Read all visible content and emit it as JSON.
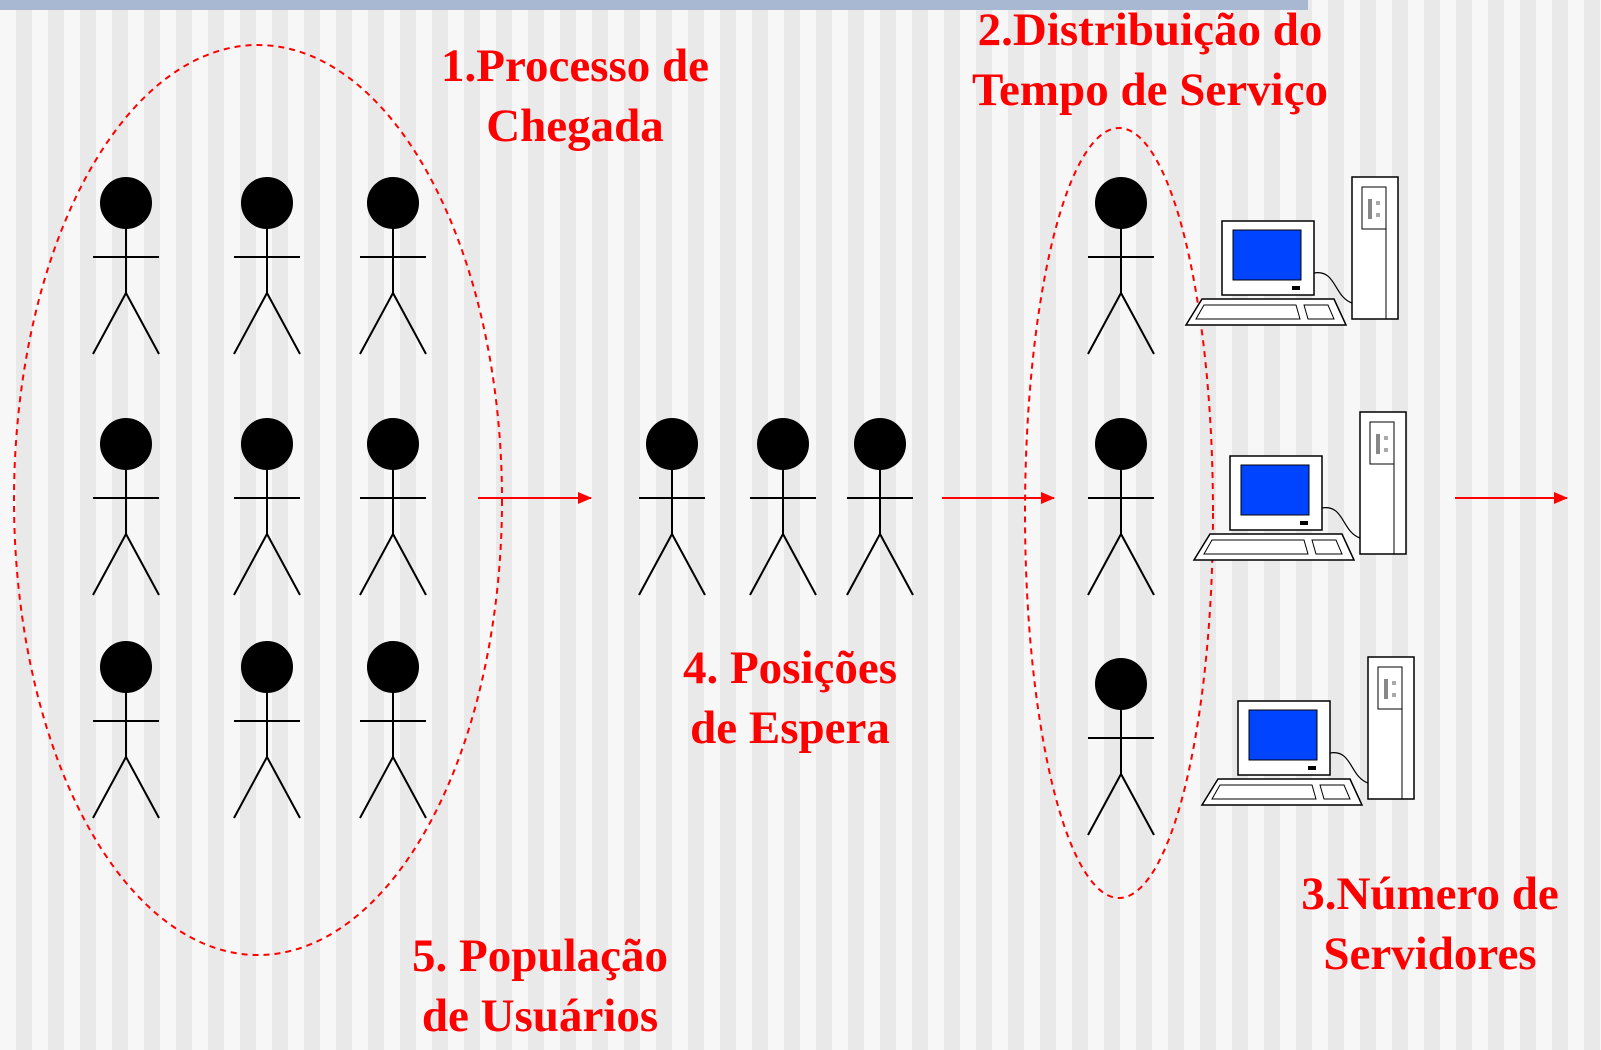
{
  "colors": {
    "accent": "#ff0000",
    "figure": "#000000",
    "screen": "#0044ff",
    "header_bar": "#a9b8d2"
  },
  "labels": {
    "arrival": [
      "1.Processo de",
      "Chegada"
    ],
    "service_time": [
      "2.Distribuição do",
      "Tempo de Serviço"
    ],
    "servers": [
      "3.Número de",
      "Servidores"
    ],
    "waiting": [
      "4. Posições",
      "de Espera"
    ],
    "population": [
      "5. População",
      "de Usuários"
    ]
  },
  "icons": {
    "person": "stick-figure-icon",
    "server": "computer-workstation-icon",
    "arrow": "right-arrow-icon"
  }
}
